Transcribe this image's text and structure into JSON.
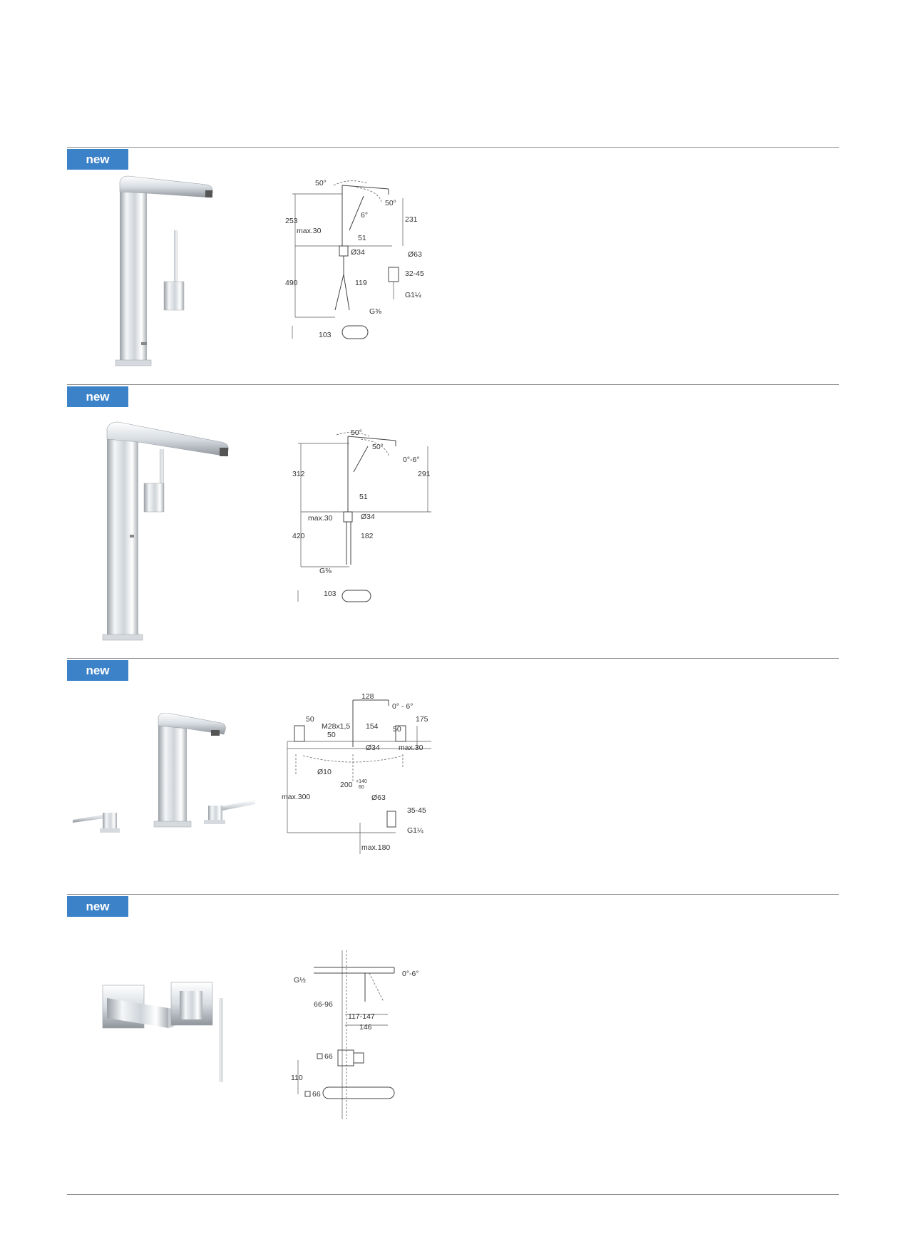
{
  "badge_label": "new",
  "products": [
    {
      "photo_icon": "tall-basin-mixer-photo",
      "dims": {
        "angle_top": "50°",
        "angle_arc": "50°",
        "angle_tilt": "6°",
        "height_total": "253",
        "height_spout": "231",
        "max_thick": "max.30",
        "offset": "51",
        "dia_body": "Ø34",
        "dia_waste": "Ø63",
        "waste_range": "32-45",
        "thread_waste": "G1¼",
        "hose_len": "490",
        "dist": "119",
        "thread_hose": "G⅜",
        "lever_h": "103"
      }
    },
    {
      "photo_icon": "extra-tall-basin-mixer-photo",
      "dims": {
        "angle_top": "50°",
        "angle_arc": "50°",
        "angle_tilt": "0°-6°",
        "height_total": "312",
        "height_spout": "291",
        "offset": "51",
        "max_thick": "max.30",
        "dia_body": "Ø34",
        "hose_len": "420",
        "reach": "182",
        "thread_hose": "G⅜",
        "lever_h": "103"
      }
    },
    {
      "photo_icon": "three-hole-basin-mixer-photo",
      "dims": {
        "reach": "128",
        "angle_tilt": "0° - 6°",
        "w_left": "50",
        "thread": "M28x1,5",
        "w_mid": "50",
        "height_spout": "154",
        "w_right": "50",
        "height_total": "175",
        "dia_body": "Ø34",
        "max_thick": "max.30",
        "dia_hose": "Ø10",
        "spacing": "200",
        "spacing_plus": "+140",
        "spacing_minus": "60",
        "max_depth": "max.300",
        "dia_waste": "Ø63",
        "waste_range": "35-45",
        "thread_waste": "G1¼",
        "max_width": "max.180"
      }
    },
    {
      "photo_icon": "wall-mounted-basin-mixer-photo",
      "dims": {
        "thread": "G½",
        "angle_tilt": "0°-6°",
        "depth_range": "66-96",
        "reach_range": "117-147",
        "reach": "146",
        "plate_top": "66",
        "spacing": "110",
        "plate_bottom": "66"
      }
    }
  ]
}
